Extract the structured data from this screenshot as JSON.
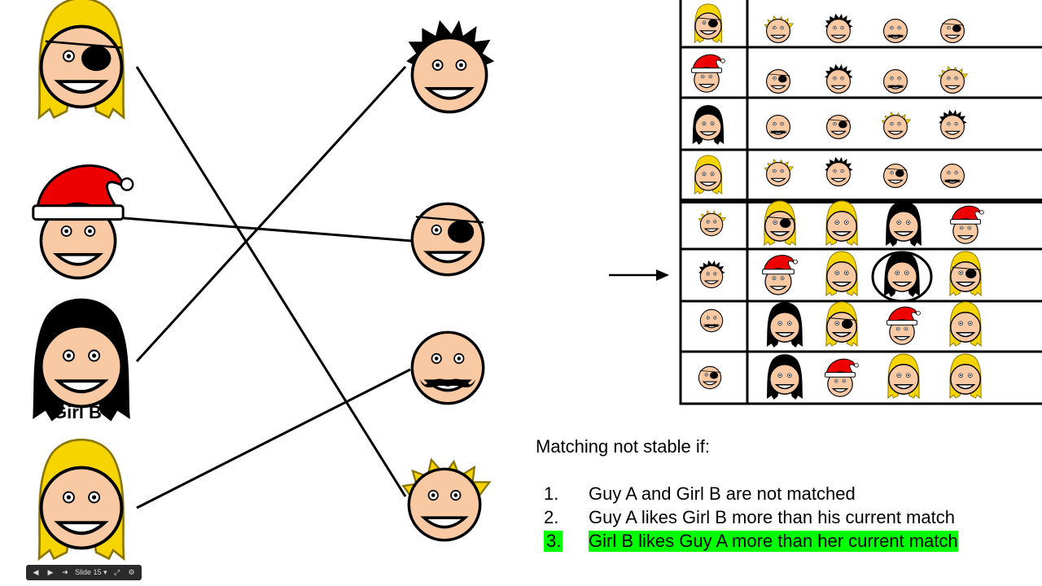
{
  "girl_b_label": "Girl B",
  "conditions": {
    "title": "Matching not stable if:",
    "items": [
      {
        "num": "1.",
        "text": "Guy A and Girl B are not matched",
        "highlighted": false
      },
      {
        "num": "2.",
        "text": "Guy A likes Girl B more than his current match",
        "highlighted": false
      },
      {
        "num": "3.",
        "text": "Girl B likes Guy A more than her current match",
        "highlighted": true
      }
    ]
  },
  "toolbar": {
    "slide_label": "Slide 15"
  },
  "colors": {
    "skin": "#f9c9a4",
    "blonde": "#f5d400",
    "black_hair": "#000000",
    "santa_red": "#ee0000",
    "highlight_green": "#00ff00"
  },
  "icons": [
    "prev-icon",
    "play-icon",
    "next-icon",
    "fullscreen-icon",
    "settings-icon"
  ],
  "matching": [
    {
      "girl": "blonde-eyepatch-girl",
      "guy": "blonde-spiky-guy"
    },
    {
      "girl": "santa-hat-girl",
      "guy": "eyepatch-guy"
    },
    {
      "girl": "black-hair-girl",
      "guy": "black-spiky-guy"
    },
    {
      "girl": "blonde-girl",
      "guy": "mustache-guy"
    }
  ],
  "preference_table": {
    "girl_rows": [
      {
        "person": "girl-blonde-eyepatch",
        "prefs": [
          "guy-blonde-spiky",
          "guy-black-spiky",
          "guy-mustache",
          "guy-eyepatch"
        ]
      },
      {
        "person": "girl-santa",
        "prefs": [
          "guy-eyepatch",
          "guy-black-spiky",
          "guy-mustache",
          "guy-blonde-spiky"
        ]
      },
      {
        "person": "girl-black-hair",
        "prefs": [
          "guy-mustache",
          "guy-eyepatch",
          "guy-blonde-spiky",
          "guy-black-spiky"
        ]
      },
      {
        "person": "girl-blonde",
        "prefs": [
          "guy-blonde-spiky",
          "guy-black-spiky",
          "guy-eyepatch",
          "guy-mustache"
        ]
      }
    ],
    "guy_rows": [
      {
        "person": "guy-blonde-spiky",
        "prefs": [
          "girl-blonde-eyepatch",
          "girl-blonde",
          "girl-black-hair",
          "girl-santa"
        ]
      },
      {
        "person": "guy-black-spiky",
        "prefs": [
          "girl-santa",
          "girl-blonde",
          "girl-black-hair",
          "girl-blonde-eyepatch"
        ],
        "circled_index": 2,
        "arrow": true
      },
      {
        "person": "guy-mustache",
        "prefs": [
          "girl-black-hair",
          "girl-blonde-eyepatch",
          "girl-santa",
          "girl-blonde"
        ]
      },
      {
        "person": "guy-eyepatch",
        "prefs": [
          "girl-black-hair",
          "girl-santa",
          "girl-blonde",
          "girl-blonde"
        ]
      }
    ]
  }
}
